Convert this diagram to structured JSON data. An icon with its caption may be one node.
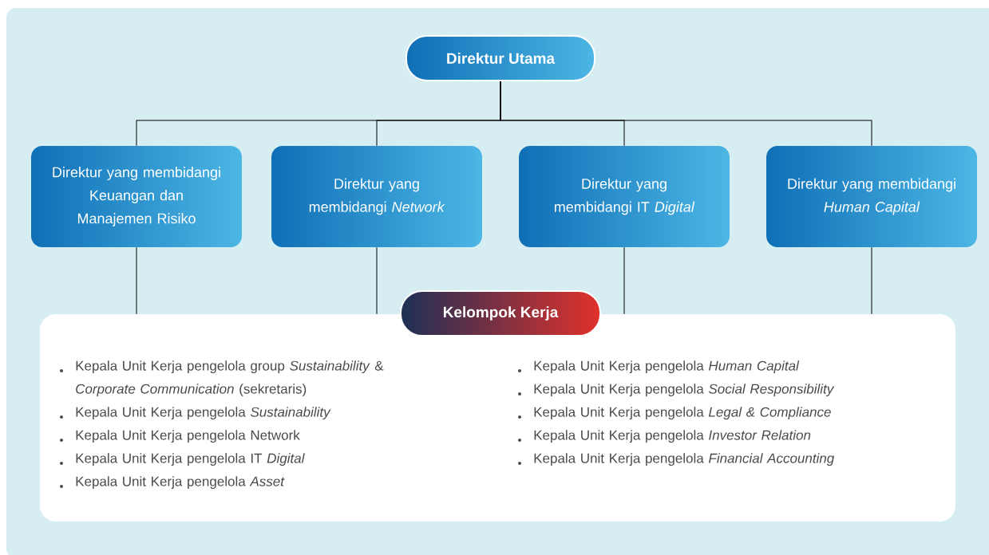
{
  "diagram": {
    "nodes": [
      {
        "text": [
          "Direktur Utama"
        ]
      },
      {
        "text": [
          "Direktur yang membidangi Keuangan dan Manajemen Risiko"
        ]
      },
      {
        "text": [
          "Direktur yang membidangi *Network*"
        ]
      },
      {
        "text": [
          "Direktur yang membidangi IT *Digital*"
        ]
      },
      {
        "text": [
          "Direktur yang membidangi *Human Capital*"
        ]
      },
      {
        "text": [
          "Kelompok Kerja"
        ]
      },
      {
        "text": [
          "Kepala Unit Kerja pengelola group *Sustainability* & *Corporate Communication* (sekretaris)",
          "Kepala Unit Kerja pengelola *Sustainability*",
          "Kepala Unit Kerja pengelola Network",
          "Kepala Unit Kerja pengelola IT *Digital*",
          "Kepala Unit Kerja pengelola *Asset*",
          "Kepala Unit Kerja pengelola *Human Capital*",
          "Kepala Unit Kerja pengelola *Social Responsibility*",
          "Kepala Unit Kerja pengelola *Legal & Compliance*",
          "Kepala Unit Kerja pengelola *Investor Relation*",
          "Kepala Unit Kerja pengelola *Financial Accounting*"
        ]
      }
    ],
    "edges": [
      {
        "from": 0,
        "to": 1,
        "arrow": "none"
      },
      {
        "from": 0,
        "to": 2,
        "arrow": "none"
      },
      {
        "from": 0,
        "to": 3,
        "arrow": "none"
      },
      {
        "from": 0,
        "to": 4,
        "arrow": "none"
      },
      {
        "from": 1,
        "to": 6,
        "arrow": "none"
      },
      {
        "from": 2,
        "to": 6,
        "arrow": "none"
      },
      {
        "from": 3,
        "to": 6,
        "arrow": "none"
      },
      {
        "from": 4,
        "to": 6,
        "arrow": "none"
      }
    ]
  }
}
